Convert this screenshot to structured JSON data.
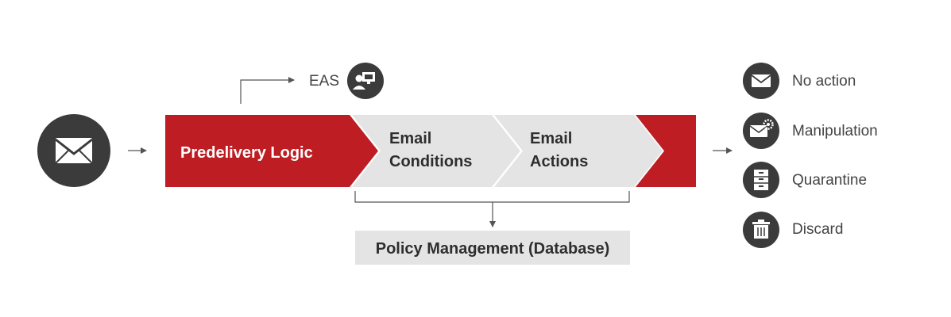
{
  "eas": {
    "label": "EAS",
    "icon": "computer-user-icon"
  },
  "input": {
    "icon": "envelope-icon"
  },
  "pipeline": {
    "predelivery": "Predelivery Logic",
    "conditions_line1": "Email",
    "conditions_line2": "Conditions",
    "actions_line1": "Email",
    "actions_line2": "Actions"
  },
  "policy": {
    "label": "Policy Management (Database)"
  },
  "outcomes": [
    {
      "label": "No action",
      "icon": "envelope-icon"
    },
    {
      "label": "Manipulation",
      "icon": "envelope-gear-icon"
    },
    {
      "label": "Quarantine",
      "icon": "file-cabinet-icon"
    },
    {
      "label": "Discard",
      "icon": "trash-icon"
    }
  ],
  "colors": {
    "red": "#BE1E23",
    "gray_block": "#E4E4E4",
    "dark_circle": "#3B3B3B",
    "text_dark": "#2E2E2E",
    "text_light": "#444444",
    "line": "#555555"
  }
}
